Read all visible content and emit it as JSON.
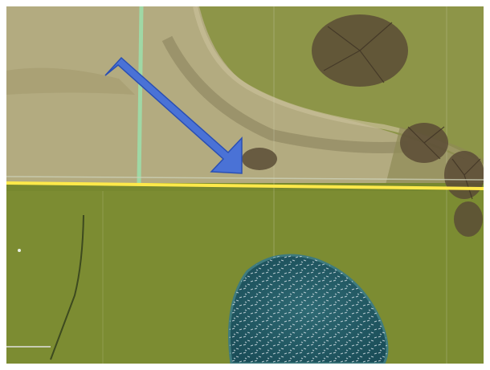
{
  "map": {
    "layers": {
      "upper_terrain": "dry-field-area",
      "lower_terrain": "grass-lawn-area",
      "water": "pond",
      "vegetation": "bare-trees"
    },
    "colors": {
      "dry_field": "#b6ad83",
      "dry_field_dark": "#9d9566",
      "grass": "#78892f",
      "grass_light": "#8a9a3b",
      "pond": "#1f5a66",
      "pond_edge": "#35767f",
      "boundary_line": "#ffe94a",
      "arrow_fill": "#4a72d6",
      "arrow_stroke": "#2a4fb3",
      "green_line": "#9ad3a0",
      "tree": "#5a4a34"
    },
    "annotation": {
      "type": "arrow",
      "icon": "arrow-down-right-icon"
    }
  }
}
